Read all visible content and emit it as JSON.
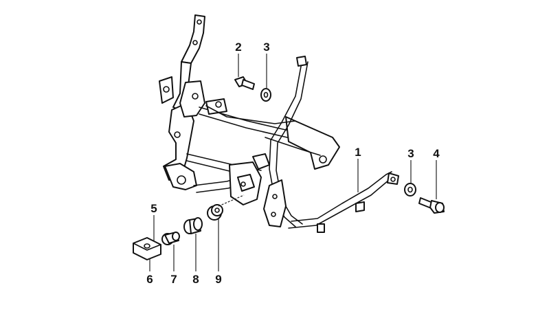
{
  "diagram": {
    "callouts": [
      {
        "id": "c2",
        "label": "2"
      },
      {
        "id": "c3a",
        "label": "3"
      },
      {
        "id": "c1",
        "label": "1"
      },
      {
        "id": "c3b",
        "label": "3"
      },
      {
        "id": "c4",
        "label": "4"
      },
      {
        "id": "c5",
        "label": "5"
      },
      {
        "id": "c6",
        "label": "6"
      },
      {
        "id": "c7",
        "label": "7"
      },
      {
        "id": "c8",
        "label": "8"
      },
      {
        "id": "c9",
        "label": "9"
      }
    ]
  }
}
